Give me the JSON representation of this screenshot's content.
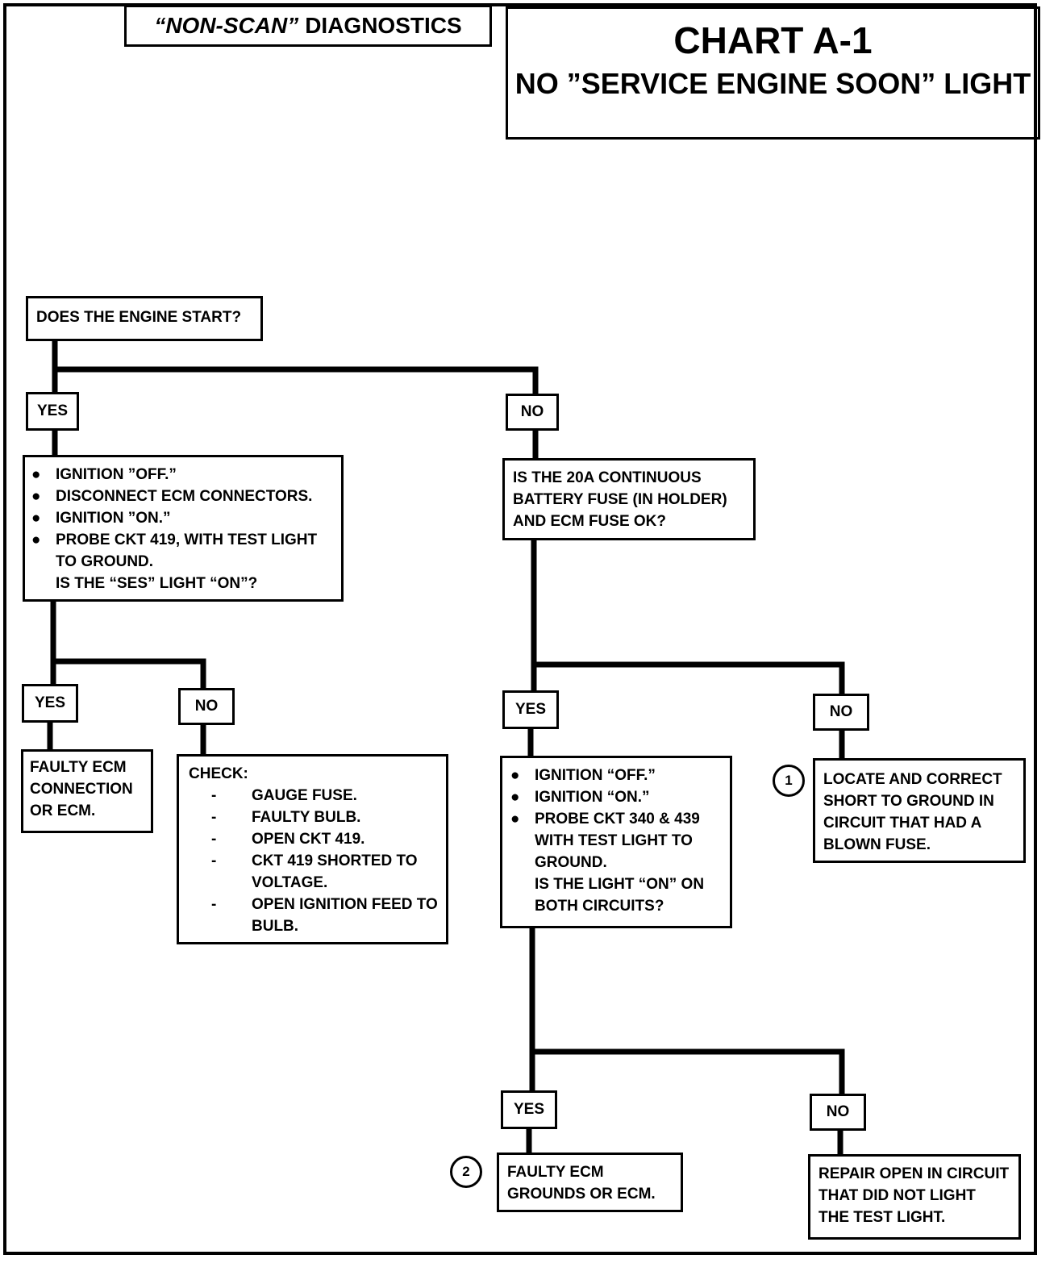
{
  "header": {
    "section_italic": "“NON-SCAN”",
    "section_rest": "DIAGNOSTICS",
    "chart_title": "CHART A-1",
    "chart_subtitle": "NO ”SERVICE ENGINE SOON” LIGHT"
  },
  "flow": {
    "start": "DOES THE ENGINE START?",
    "yes1": "YES",
    "no1": "NO",
    "left_steps": [
      "IGNITION ”OFF.”",
      "DISCONNECT ECM CONNECTORS.",
      "IGNITION ”ON.”",
      "PROBE CKT 419, WITH TEST LIGHT TO GROUND."
    ],
    "left_question": "IS THE “SES” LIGHT “ON”?",
    "yes2": "YES",
    "no2": "NO",
    "faulty_ecm_connection": "FAULTY ECM CONNECTION OR ECM.",
    "check_title": "CHECK:",
    "check_items": [
      "GAUGE FUSE.",
      "FAULTY BULB.",
      "OPEN CKT 419.",
      "CKT 419 SHORTED TO VOLTAGE.",
      "OPEN IGNITION FEED TO BULB."
    ],
    "fuse_question": "IS THE 20A CONTINUOUS BATTERY FUSE (IN HOLDER) AND ECM FUSE OK?",
    "yes3": "YES",
    "no3": "NO",
    "right_steps": [
      "IGNITION “OFF.”",
      "IGNITION “ON.”",
      "PROBE CKT 340 & 439 WITH TEST LIGHT TO GROUND."
    ],
    "right_question": "IS THE LIGHT “ON” ON BOTH CIRCUITS?",
    "locate_short": "LOCATE AND CORRECT SHORT TO GROUND IN CIRCUIT THAT HAD A BLOWN FUSE.",
    "note1": "1",
    "yes4": "YES",
    "no4": "NO",
    "faulty_grounds": "FAULTY ECM GROUNDS OR ECM.",
    "note2": "2",
    "repair_open": "REPAIR OPEN IN CIRCUIT THAT DID NOT LIGHT THE TEST LIGHT."
  }
}
